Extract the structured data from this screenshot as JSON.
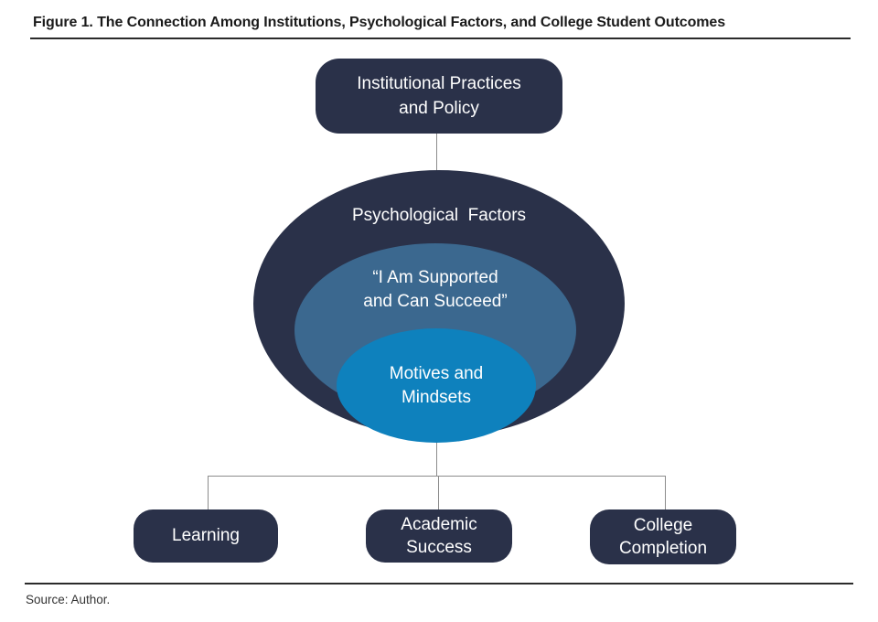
{
  "figure": {
    "title": "Figure 1. The Connection Among Institutions, Psychological Factors, and College Student Outcomes",
    "source": "Source: Author."
  },
  "diagram": {
    "top_box": {
      "label": "Institutional Practices\nand Policy"
    },
    "outer_ellipse": {
      "label": "Psychological  Factors"
    },
    "middle_ellipse": {
      "label": "“I Am Supported\nand Can Succeed”"
    },
    "inner_ellipse": {
      "label": "Motives and\nMindsets"
    },
    "outcomes": [
      {
        "label": "Learning"
      },
      {
        "label": "Academic\nSuccess"
      },
      {
        "label": "College\nCompletion"
      }
    ],
    "colors": {
      "dark_navy": "#2A3149",
      "steel_blue": "#3B688F",
      "bright_blue": "#0E81BD",
      "connector_gray": "#8C8C8C"
    }
  }
}
